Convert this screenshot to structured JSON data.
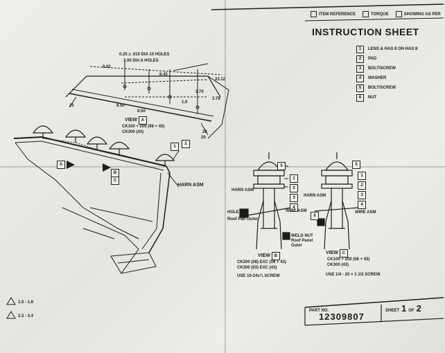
{
  "header": {
    "check_items": [
      "ITEM REFERENCE",
      "TORQUE",
      "SHOWING AS PER"
    ],
    "title": "INSTRUCTION SHEET"
  },
  "legend": [
    {
      "num": "1",
      "label": "LENS & HAS 8 ON HAS 8"
    },
    {
      "num": "2",
      "label": "PAD"
    },
    {
      "num": "3",
      "label": "BOLT/SCREW"
    },
    {
      "num": "4",
      "label": "WASHER"
    },
    {
      "num": "5",
      "label": "BOLT/SCREW"
    },
    {
      "num": "6",
      "label": "NUT"
    }
  ],
  "view_a": {
    "label": "VIEW",
    "letter": "A",
    "models": [
      "CK100 + 200 (08 + 43)",
      "CK300 (43)"
    ],
    "dims": {
      "holes_spec": "0.25 ± .010 DIA 10 HOLES",
      "dia6": "1.00 DIA 6 HOLES",
      "d1": "8.82",
      "d2": "8.43",
      "d3": "23.12",
      "d4": "2.70",
      "d5": "3.78",
      "d6": "1.0",
      "d7": "8.50",
      "d8": "8.50",
      "d9": "25",
      "d10": "20",
      "d11": "20"
    }
  },
  "upper_callouts": [
    "1",
    "2"
  ],
  "view_arrows": [
    "A",
    "B",
    "C"
  ],
  "harn_asm": "HARN ASM",
  "view_b": {
    "label": "VIEW",
    "letter": "B",
    "models": [
      "CK200 (08) EXC (08 + 43)",
      "CK300 (03) EXC (43)"
    ],
    "screw": "USE 10-24x¾ SCREW",
    "harn": "HARN ASM",
    "wire": "WIRE ASM",
    "hole": "HOLE",
    "roof": "Roof Pan Outer",
    "weld": "WELD NUT Roof Panel Outer",
    "callouts": [
      "5",
      "1",
      "2",
      "3",
      "4"
    ]
  },
  "view_c": {
    "label": "VIEW",
    "letter": "C",
    "models": [
      "CK100 + 200 (08 + 43)",
      "CK300 (43)"
    ],
    "screw": "USE 1/4 - 20 × 1 1/2 SCREW",
    "harn": "HARN ASM",
    "wire": "WIRE ASM",
    "callouts": [
      "5",
      "1",
      "2",
      "3",
      "4",
      "6"
    ]
  },
  "torque_notes": [
    "1.0 - 1.8",
    "2.3 - 3.4"
  ],
  "footer": {
    "part_label": "PART NO.",
    "part_number": "12309807",
    "sheet_label": "SHEET",
    "sheet_num": "1",
    "sheet_of": "OF",
    "sheet_total": "2"
  },
  "colors": {
    "paper": "#e8eae4",
    "ink": "#1c1c1c"
  }
}
